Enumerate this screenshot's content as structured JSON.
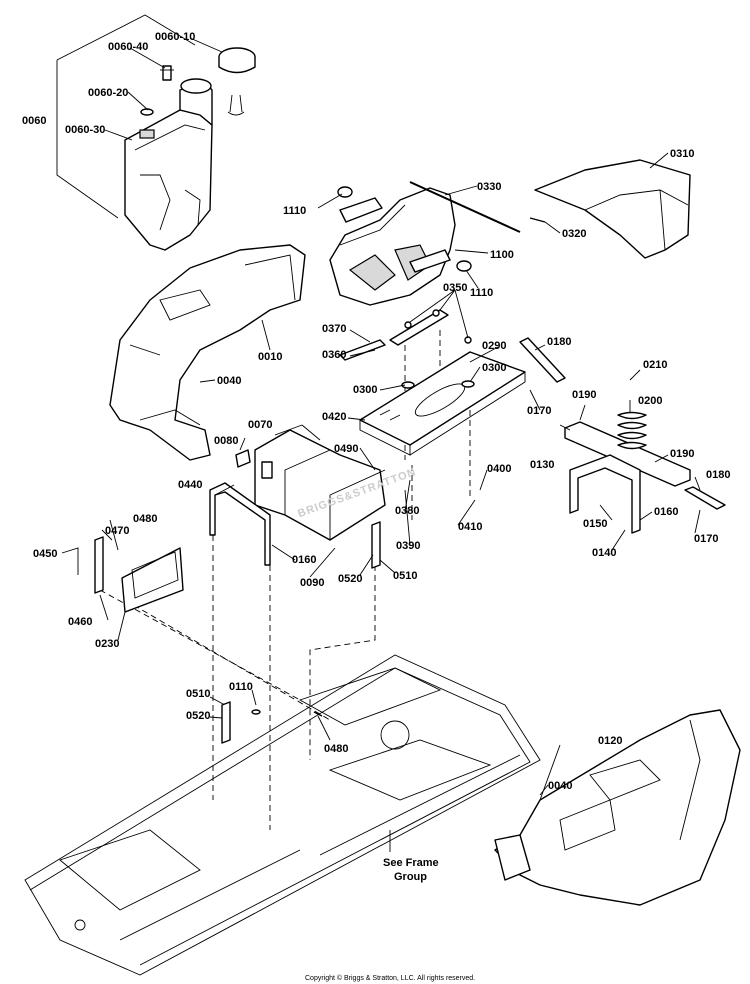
{
  "callouts": {
    "c0060": "0060",
    "c0060_10": "0060-10",
    "c0060_20": "0060-20",
    "c0060_30": "0060-30",
    "c0060_40": "0060-40",
    "c0010": "0010",
    "c0040a": "0040",
    "c0040b": "0040",
    "c0070": "0070",
    "c0080": "0080",
    "c0090": "0090",
    "c0110": "0110",
    "c0120": "0120",
    "c0130": "0130",
    "c0140": "0140",
    "c0150": "0150",
    "c0160a": "0160",
    "c0160b": "0160",
    "c0170a": "0170",
    "c0170b": "0170",
    "c0180a": "0180",
    "c0180b": "0180",
    "c0190a": "0190",
    "c0190b": "0190",
    "c0200": "0200",
    "c0210": "0210",
    "c0230": "0230",
    "c0290": "0290",
    "c0300a": "0300",
    "c0300b": "0300",
    "c0310": "0310",
    "c0320": "0320",
    "c0330": "0330",
    "c0350": "0350",
    "c0360": "0360",
    "c0370": "0370",
    "c0380": "0380",
    "c0390": "0390",
    "c0400": "0400",
    "c0410": "0410",
    "c0420": "0420",
    "c0440": "0440",
    "c0450": "0450",
    "c0460": "0460",
    "c0470": "0470",
    "c0480a": "0480",
    "c0480b": "0480",
    "c0490": "0490",
    "c0510a": "0510",
    "c0510b": "0510",
    "c0520a": "0520",
    "c0520b": "0520",
    "c1100": "1100",
    "c1110a": "1110",
    "c1110b": "1110"
  },
  "note_line1": "See Frame",
  "note_line2": "Group",
  "watermark": "BRIGGS&STRATTON",
  "copyright": "Copyright © Briggs & Stratton, LLC. All rights reserved."
}
